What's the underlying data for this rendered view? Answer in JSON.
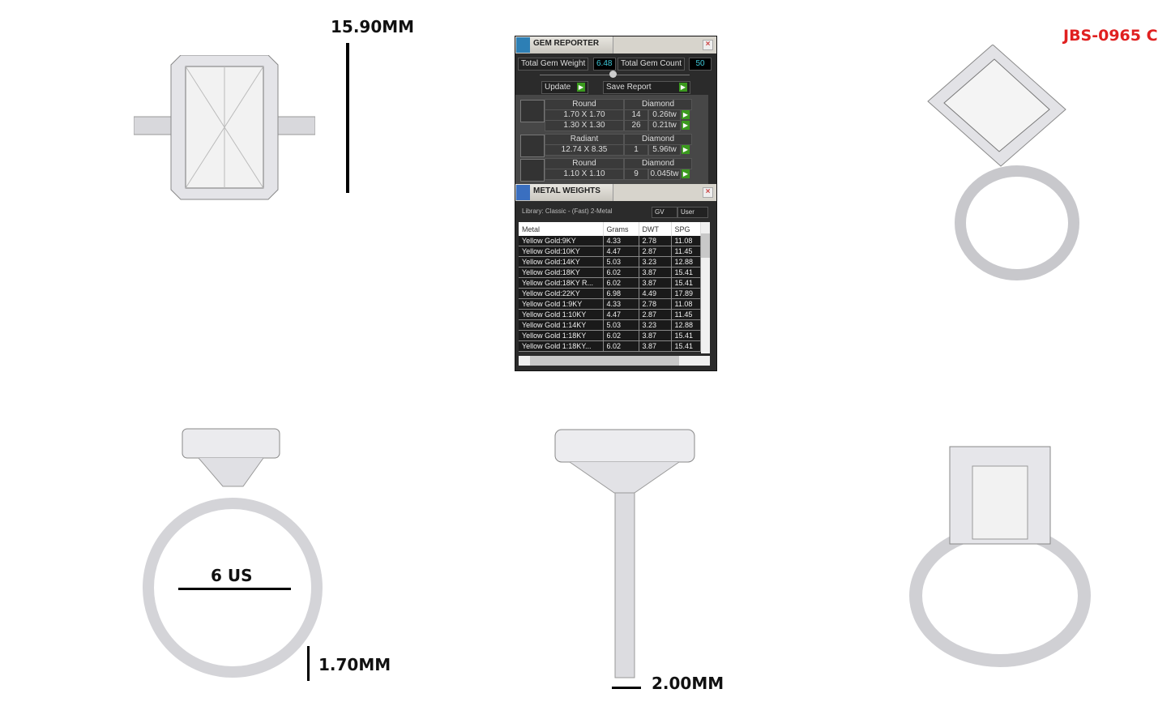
{
  "product_code": "JBS-0965 C",
  "dimensions": {
    "height": "15.90MM",
    "size": "6 US",
    "band_width": "1.70MM",
    "band_thickness": "2.00MM"
  },
  "gem_reporter": {
    "title": "GEM REPORTER",
    "total_weight_label": "Total Gem Weight",
    "total_weight": "6.48",
    "total_count_label": "Total Gem Count",
    "total_count": "50",
    "update_label": "Update",
    "save_label": "Save Report",
    "groups": [
      {
        "shape": "Round",
        "type": "Diamond",
        "rows": [
          {
            "size": "1.70 X 1.70",
            "count": "14",
            "weight": "0.26tw"
          },
          {
            "size": "1.30 X 1.30",
            "count": "26",
            "weight": "0.21tw"
          }
        ]
      },
      {
        "shape": "Radiant",
        "type": "Diamond",
        "rows": [
          {
            "size": "12.74 X 8.35",
            "count": "1",
            "weight": "5.96tw"
          }
        ]
      },
      {
        "shape": "Round",
        "type": "Diamond",
        "rows": [
          {
            "size": "1.10 X 1.10",
            "count": "9",
            "weight": "0.045tw"
          }
        ]
      }
    ]
  },
  "metal_weights": {
    "title": "METAL WEIGHTS",
    "library": "Library: Classic - (Fast) 2-Metal",
    "gv_label": "GV",
    "user_label": "User",
    "columns": [
      "Metal",
      "Grams",
      "DWT",
      "SPG"
    ],
    "rows": [
      [
        "Yellow Gold:9KY",
        "4.33",
        "2.78",
        "11.08"
      ],
      [
        "Yellow Gold:10KY",
        "4.47",
        "2.87",
        "11.45"
      ],
      [
        "Yellow Gold:14KY",
        "5.03",
        "3.23",
        "12.88"
      ],
      [
        "Yellow Gold:18KY",
        "6.02",
        "3.87",
        "15.41"
      ],
      [
        "Yellow Gold:18KY R...",
        "6.02",
        "3.87",
        "15.41"
      ],
      [
        "Yellow Gold:22KY",
        "6.98",
        "4.49",
        "17.89"
      ],
      [
        "Yellow Gold 1:9KY",
        "4.33",
        "2.78",
        "11.08"
      ],
      [
        "Yellow Gold 1:10KY",
        "4.47",
        "2.87",
        "11.45"
      ],
      [
        "Yellow Gold 1:14KY",
        "5.03",
        "3.23",
        "12.88"
      ],
      [
        "Yellow Gold 1:18KY",
        "6.02",
        "3.87",
        "15.41"
      ],
      [
        "Yellow Gold 1:18KY...",
        "6.02",
        "3.87",
        "15.41"
      ]
    ]
  }
}
